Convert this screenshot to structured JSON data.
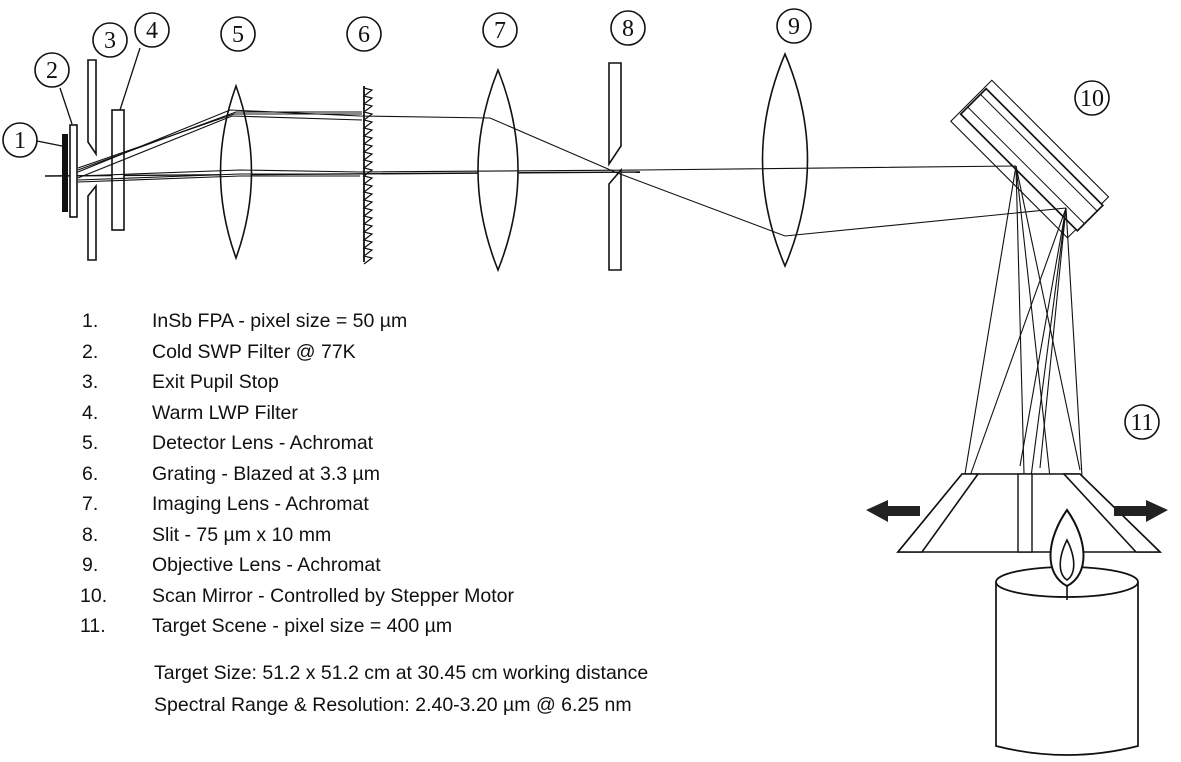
{
  "callouts": [
    "1",
    "2",
    "3",
    "4",
    "5",
    "6",
    "7",
    "8",
    "9",
    "10",
    "11"
  ],
  "legend": [
    {
      "num": "1.",
      "text": "InSb FPA - pixel size = 50 µm"
    },
    {
      "num": "2.",
      "text": "Cold SWP Filter @ 77K"
    },
    {
      "num": "3.",
      "text": "Exit Pupil Stop"
    },
    {
      "num": "4.",
      "text": "Warm LWP Filter"
    },
    {
      "num": "5.",
      "text": "Detector Lens - Achromat"
    },
    {
      "num": "6.",
      "text": "Grating - Blazed at 3.3 µm"
    },
    {
      "num": "7.",
      "text": "Imaging Lens - Achromat"
    },
    {
      "num": "8.",
      "text": "Slit - 75 µm x 10 mm"
    },
    {
      "num": "9.",
      "text": "Objective Lens - Achromat"
    },
    {
      "num": "10.",
      "text": "Scan Mirror - Controlled by Stepper Motor"
    },
    {
      "num": "11.",
      "text": "Target Scene - pixel size = 400 µm"
    }
  ],
  "notes": [
    "Target Size:  51.2 x 51.2 cm at 30.45 cm working distance",
    "Spectral Range & Resolution:  2.40-3.20 µm @ 6.25 nm"
  ]
}
